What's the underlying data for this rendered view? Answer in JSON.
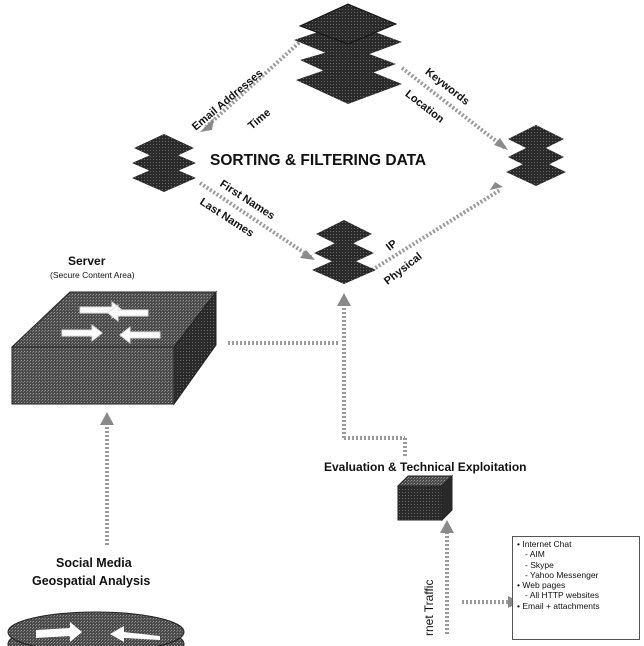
{
  "center_title": "SORTING & FILTERING DATA",
  "edge_labels": {
    "top_left_outer": "Email Addresses",
    "top_left_inner": "Time",
    "top_right_outer": "Keywords",
    "top_right_inner": "Location",
    "bottom_left_outer": "Last Names",
    "bottom_left_inner": "First Names",
    "bottom_right_inner": "IP",
    "bottom_right_outer": "Physical"
  },
  "server": {
    "title": "Server",
    "subtitle": "(Secure Content Area)"
  },
  "evaluation": {
    "title": "Evaluation & Technical Exploitation"
  },
  "social": {
    "line1": "Social Media",
    "line2": "Geospatial Analysis"
  },
  "traffic_label": "rnet Traffic",
  "traffic_list": {
    "item1": "Internet Chat",
    "item1_sub1": "- AIM",
    "item1_sub2": "- Skype",
    "item1_sub3": "- Yahoo Messenger",
    "item2": "Web pages",
    "item2_sub1": "- All HTTP websites",
    "item3": "Email + attachments"
  }
}
